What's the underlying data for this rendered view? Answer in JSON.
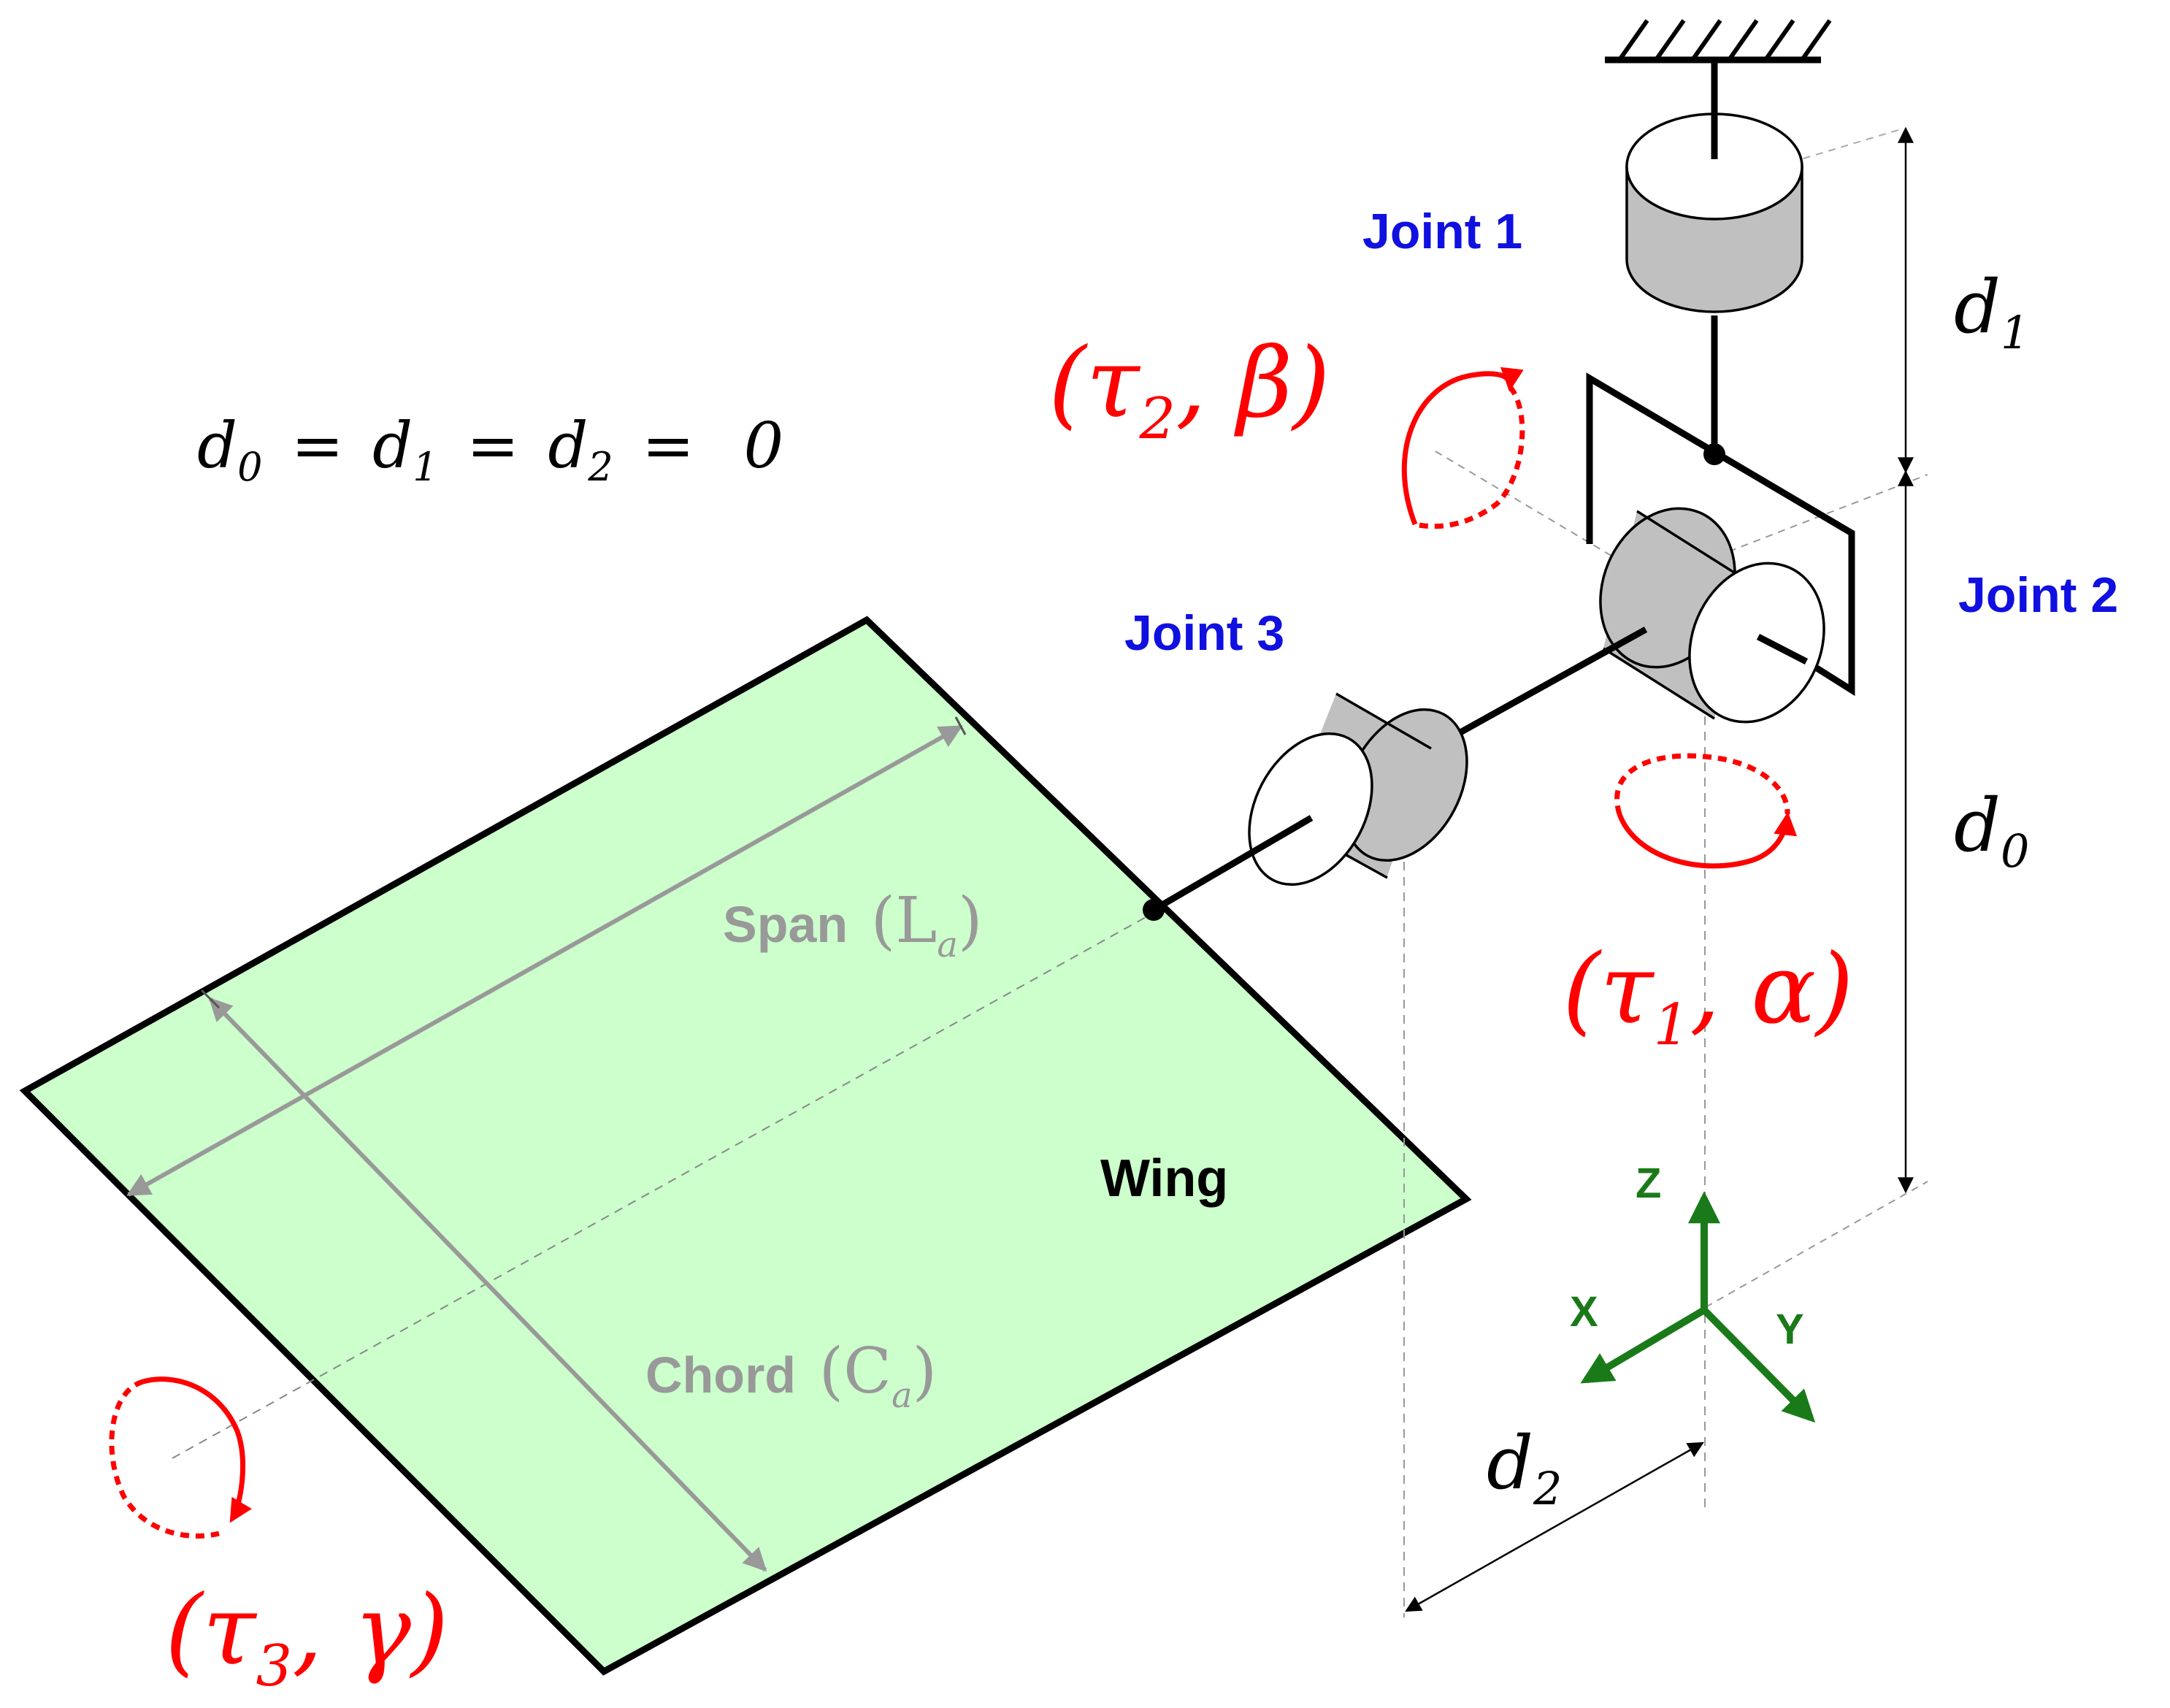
{
  "labels": {
    "joint1": "Joint 1",
    "joint2": "Joint 2",
    "joint3": "Joint 3",
    "wing": "Wing",
    "span": "Span",
    "span_sym": "(L",
    "span_sub": "a",
    "chord": "Chord",
    "chord_sym": "(C",
    "chord_sub": "a",
    "paren_close": ")",
    "equation": {
      "d": "d",
      "s0": "0",
      "s1": "1",
      "s2": "2",
      "eq": "=",
      "zero": "0"
    },
    "dims": {
      "d": "d",
      "d0_sub": "0",
      "d1_sub": "1",
      "d2_sub": "2"
    },
    "torques": {
      "t1": {
        "open": "(τ",
        "sub": "1",
        "rest": ", α)"
      },
      "t2": {
        "open": "(τ",
        "sub": "2",
        "rest": ", β)"
      },
      "t3": {
        "open": "(τ",
        "sub": "3",
        "rest": ", γ)"
      }
    },
    "axes": {
      "x": "X",
      "y": "Y",
      "z": "Z"
    }
  },
  "colors": {
    "joint_label": "#1010e0",
    "torque": "#ff0000",
    "axes": "#1a7a1a",
    "wing_fill": "#ccffcc",
    "dimension_gray": "#999999",
    "cylinder_fill": "#c0c0c0",
    "outline": "#000000"
  }
}
